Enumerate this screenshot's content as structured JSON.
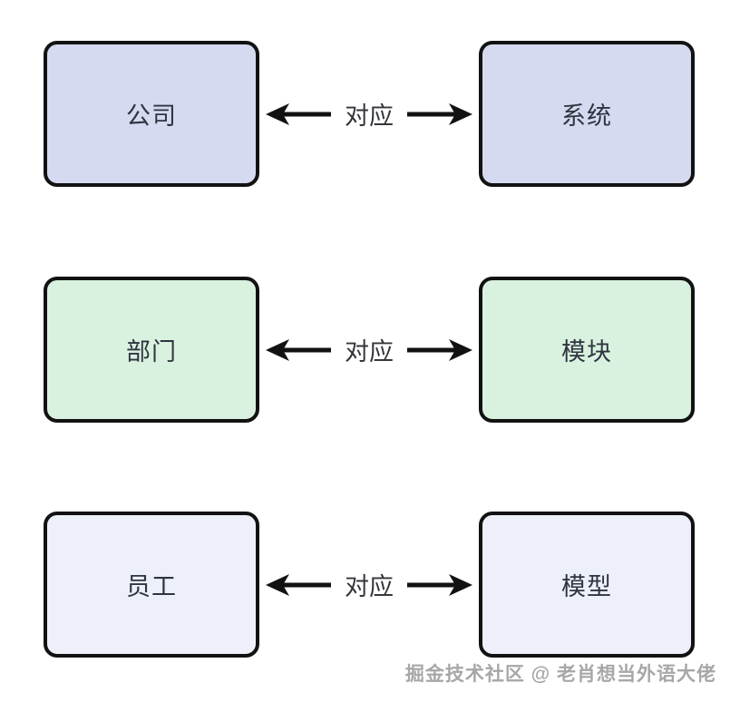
{
  "diagram": {
    "relation_label": "对应",
    "rows": [
      {
        "left": {
          "label": "公司"
        },
        "right": {
          "label": "系统"
        },
        "fill": "#d6daf0"
      },
      {
        "left": {
          "label": "部门"
        },
        "right": {
          "label": "模块"
        },
        "fill": "#d9f2e0"
      },
      {
        "left": {
          "label": "员工"
        },
        "right": {
          "label": "模型"
        },
        "fill": "#edf0f9"
      }
    ]
  },
  "watermark": {
    "text": "掘金技术社区 @ 老肖想当外语大佬"
  },
  "colors": {
    "background": "#ffffff",
    "node-border": "#121212",
    "node-text": "#2f3440",
    "arrow": "#121212",
    "relation-text": "#33363b",
    "watermark-text": "#a7a7a7"
  }
}
